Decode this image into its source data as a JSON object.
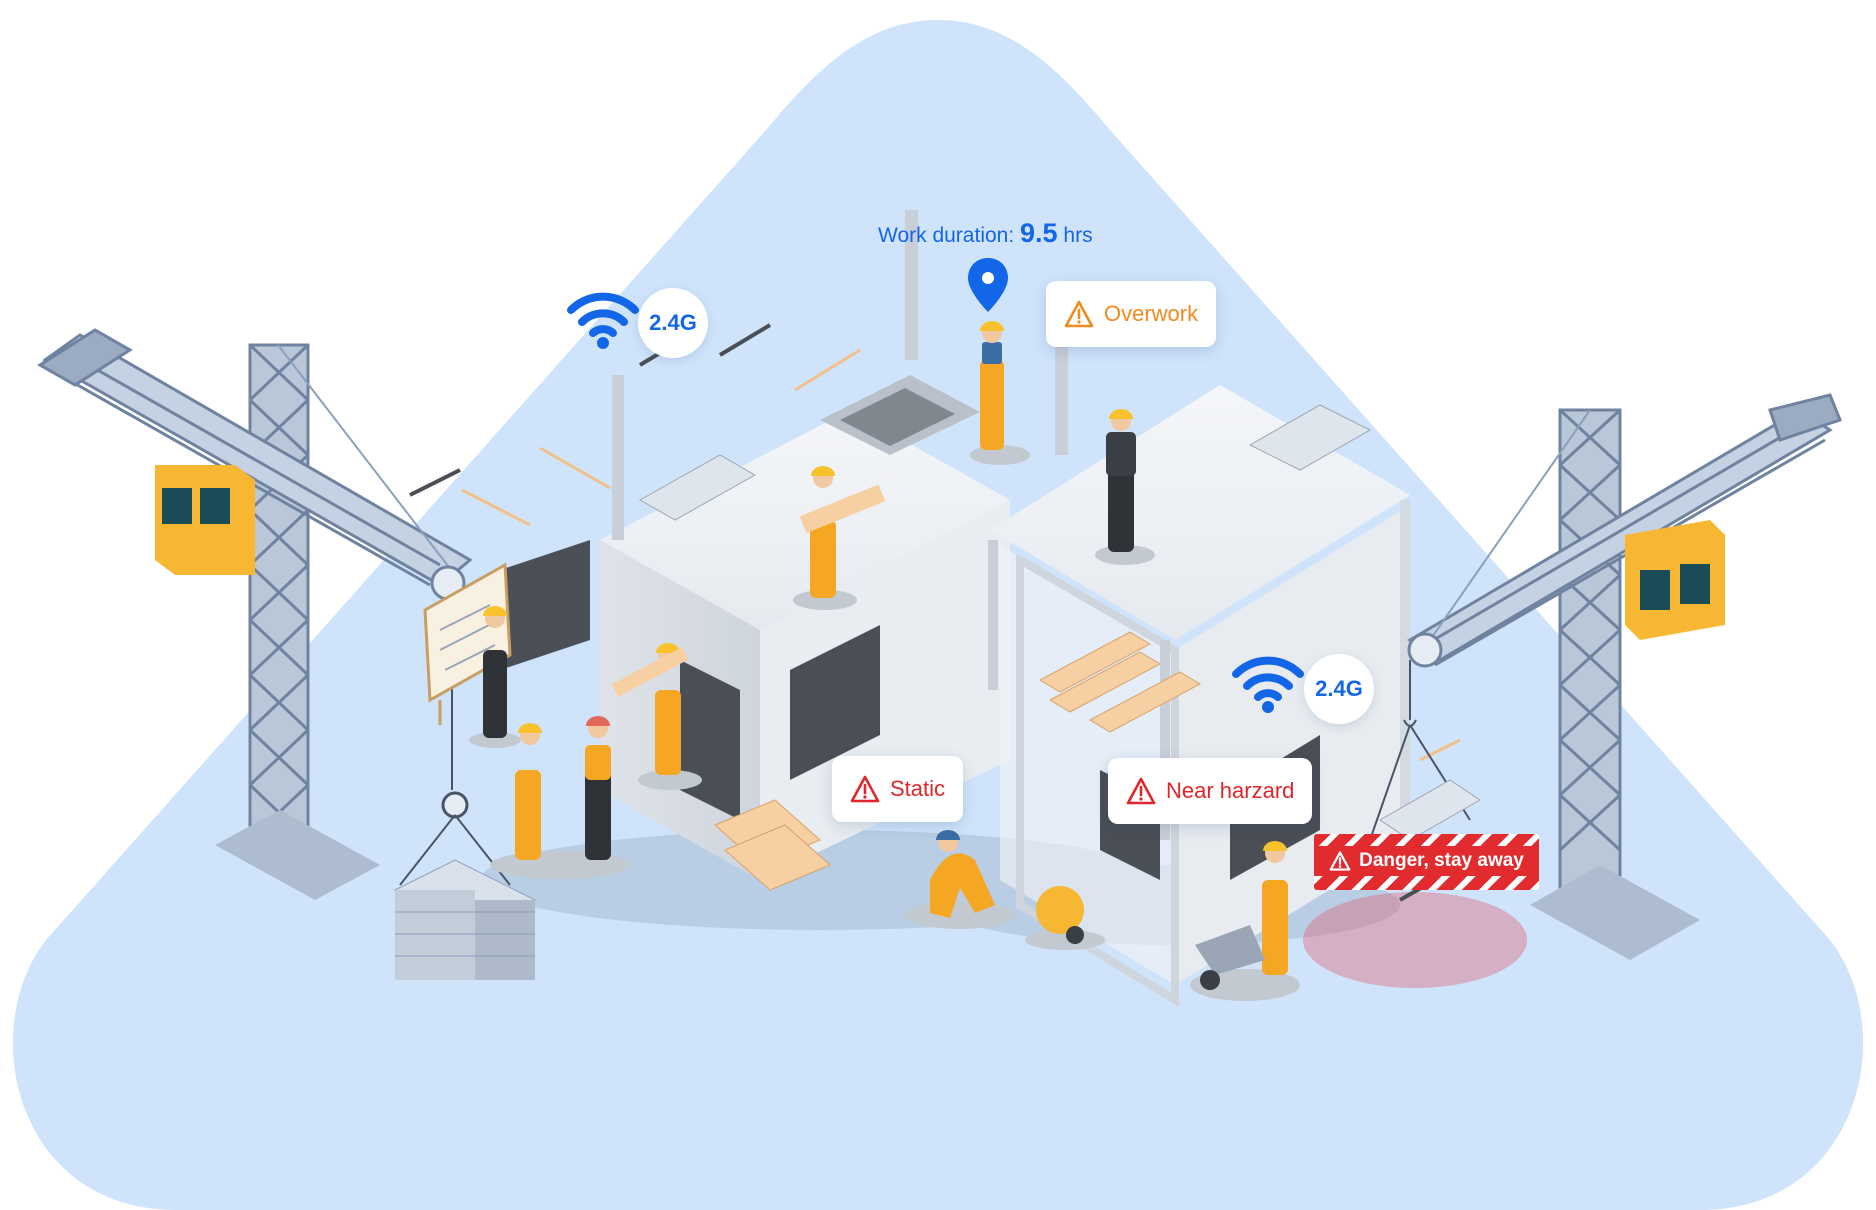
{
  "scene": {
    "wifi_top": {
      "label": "2.4G"
    },
    "wifi_right": {
      "label": "2.4G"
    },
    "work_duration": {
      "prefix": "Work duration:",
      "value": "9.5",
      "unit": "hrs"
    },
    "alerts": {
      "overwork": "Overwork",
      "static": "Static",
      "near_hazard": "Near harzard",
      "danger": "Danger, stay away"
    }
  },
  "icons": [
    "wifi-icon",
    "warning-icon",
    "location-pin-icon"
  ],
  "colors": {
    "background_blob": "#cfe4fb",
    "accent_blue": "#1466e8",
    "warning_orange": "#f28a1c",
    "alert_red": "#e0262a",
    "worker_orange": "#f5a623",
    "helmet_yellow": "#f7c22b",
    "crane_steel": "#8aa0bd"
  }
}
